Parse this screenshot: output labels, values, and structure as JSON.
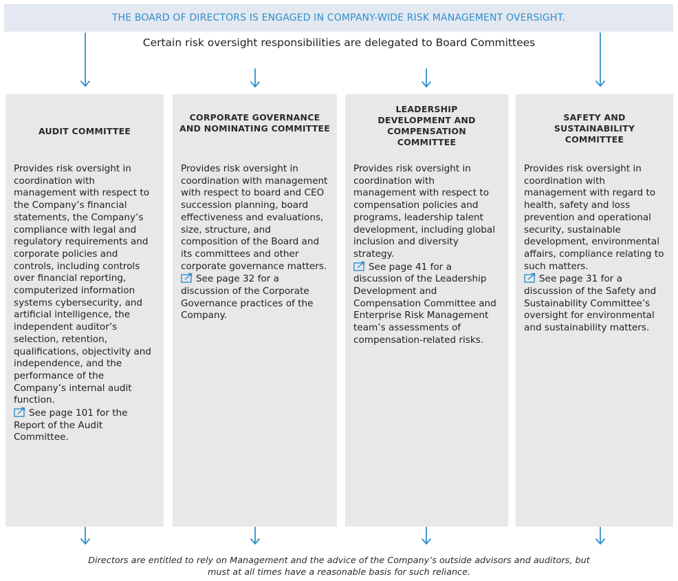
{
  "banner": "THE BOARD OF DIRECTORS IS ENGAGED IN COMPANY-WIDE RISK MANAGEMENT OVERSIGHT.",
  "subtitle": "Certain risk oversight responsibilities are delegated to Board Committees",
  "committees": [
    {
      "title": "AUDIT COMMITTEE",
      "description": "Provides risk oversight in coordination with management with respect to the Company’s financial statements, the Company’s compliance with legal and regulatory requirements and corporate policies and controls, including controls over financial reporting, computerized information systems cybersecurity, and artificial intelligence, the independent auditor’s selection, retention, qualifications, objectivity and independence, and the performance of the Company’s internal audit function.",
      "reference": "See page 101 for the Report of the Audit Committee."
    },
    {
      "title": "CORPORATE GOVERNANCE AND NOMINATING COMMITTEE",
      "description": "Provides risk oversight in coordination with management with respect to board and CEO succession planning, board effectiveness and evaluations, size, structure, and composition of the Board and its committees and other corporate governance matters.",
      "reference": "See page 32 for a discussion of the Corporate Governance practices of the Company."
    },
    {
      "title": "LEADERSHIP DEVELOPMENT AND COMPENSATION COMMITTEE",
      "description": "Provides risk oversight in coordination with management with respect to compensation policies and programs, leadership talent development, including global inclusion and diversity strategy.",
      "reference": "See page 41 for a discussion of the Leadership Development and Compensation Committee and Enterprise Risk Management team’s assessments of compensation-related risks."
    },
    {
      "title": "SAFETY AND SUSTAINABILITY COMMITTEE",
      "description": "Provides risk oversight in coordination with management with regard to health, safety and loss prevention and operational security, sustainable development, environmental affairs, compliance relating to such matters.",
      "reference": "See page 31 for a discussion of the Safety and Sustainability Committee’s oversight for environmental and sustainability matters."
    }
  ],
  "footnote": "Directors are entitled to rely on Management and the advice of the Company’s outside advisors and auditors, but must at all times have a reasonable basis for such reliance.",
  "icons": {
    "reference": "external-link-icon",
    "flow": "arrow-down-icon"
  },
  "colors": {
    "accent": "#2f8fc9",
    "banner_bg": "#e3e8f1",
    "column_bg": "#e8e8e8"
  }
}
